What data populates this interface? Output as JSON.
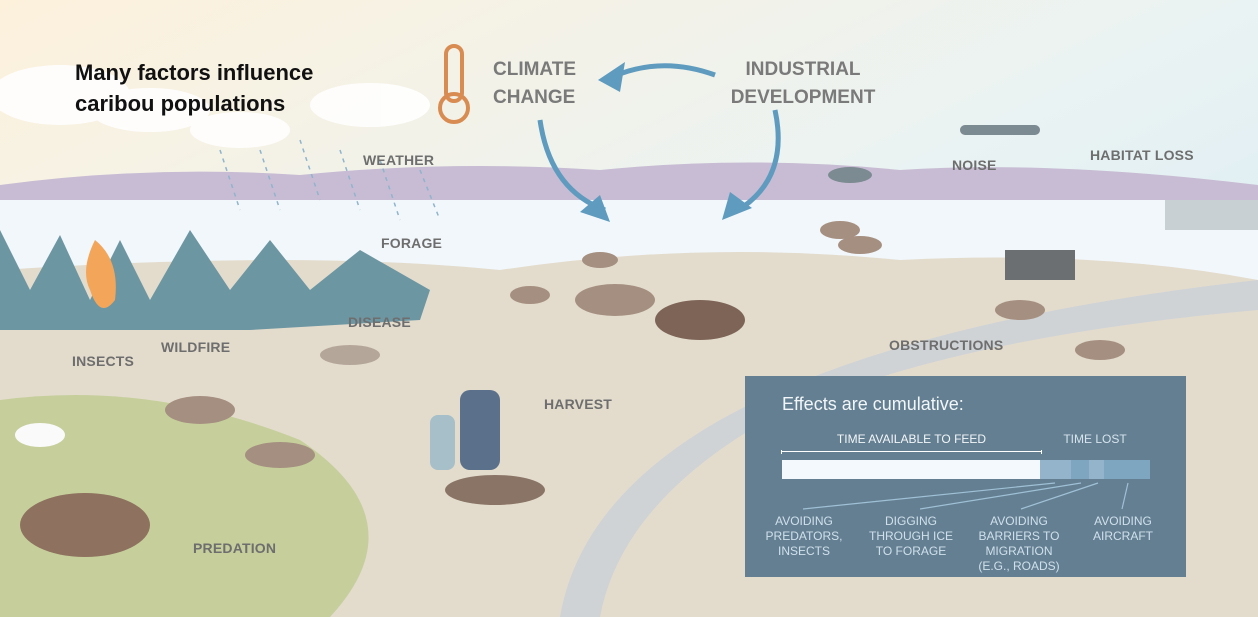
{
  "title": [
    "Many factors influence",
    "caribou populations"
  ],
  "drivers": {
    "climate": [
      "CLIMATE",
      "CHANGE"
    ],
    "industrial": [
      "INDUSTRIAL",
      "DEVELOPMENT"
    ]
  },
  "labels": {
    "weather": "WEATHER",
    "forage": "FORAGE",
    "disease": "DISEASE",
    "insects": "INSECTS",
    "wildfire": "WILDFIRE",
    "harvest": "HARVEST",
    "predation": "PREDATION",
    "noise": "NOISE",
    "habitat_loss": "HABITAT LOSS",
    "obstructions": "OBSTRUCTIONS"
  },
  "cumulative": {
    "heading": "Effects are cumulative:",
    "time_available": "TIME AVAILABLE TO FEED",
    "time_lost": "TIME LOST",
    "feed_share_percent": 70,
    "segments": [
      {
        "label": [
          "AVOIDING",
          "PREDATORS,",
          "INSECTS"
        ],
        "share_percent": 8.5,
        "color": "#93b4cb"
      },
      {
        "label": [
          "DIGGING",
          "THROUGH ICE",
          "TO FORAGE"
        ],
        "share_percent": 5,
        "color": "#7fa6c0"
      },
      {
        "label": [
          "AVOIDING",
          "BARRIERS TO",
          "MIGRATION",
          "(E.G., ROADS)"
        ],
        "share_percent": 4,
        "color": "#93b4cb"
      },
      {
        "label": [
          "AVOIDING",
          "AIRCRAFT"
        ],
        "share_percent": 12.5,
        "color": "#7fa6c0"
      }
    ],
    "feed_color": "#f4f9fd"
  }
}
